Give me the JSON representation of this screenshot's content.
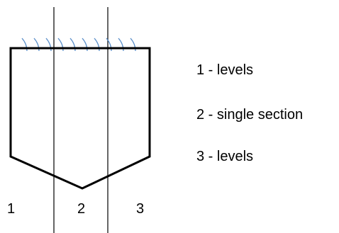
{
  "zones": [
    "1",
    "2",
    "3"
  ],
  "legend": [
    {
      "number": "1",
      "text": "1 - levels"
    },
    {
      "number": "2",
      "text": "2 - single section"
    },
    {
      "number": "3",
      "text": "3 - levels"
    }
  ],
  "colors": {
    "outline": "#000000",
    "divider": "#000000",
    "water_arcs": "#5b8fc9",
    "text": "#000000"
  }
}
